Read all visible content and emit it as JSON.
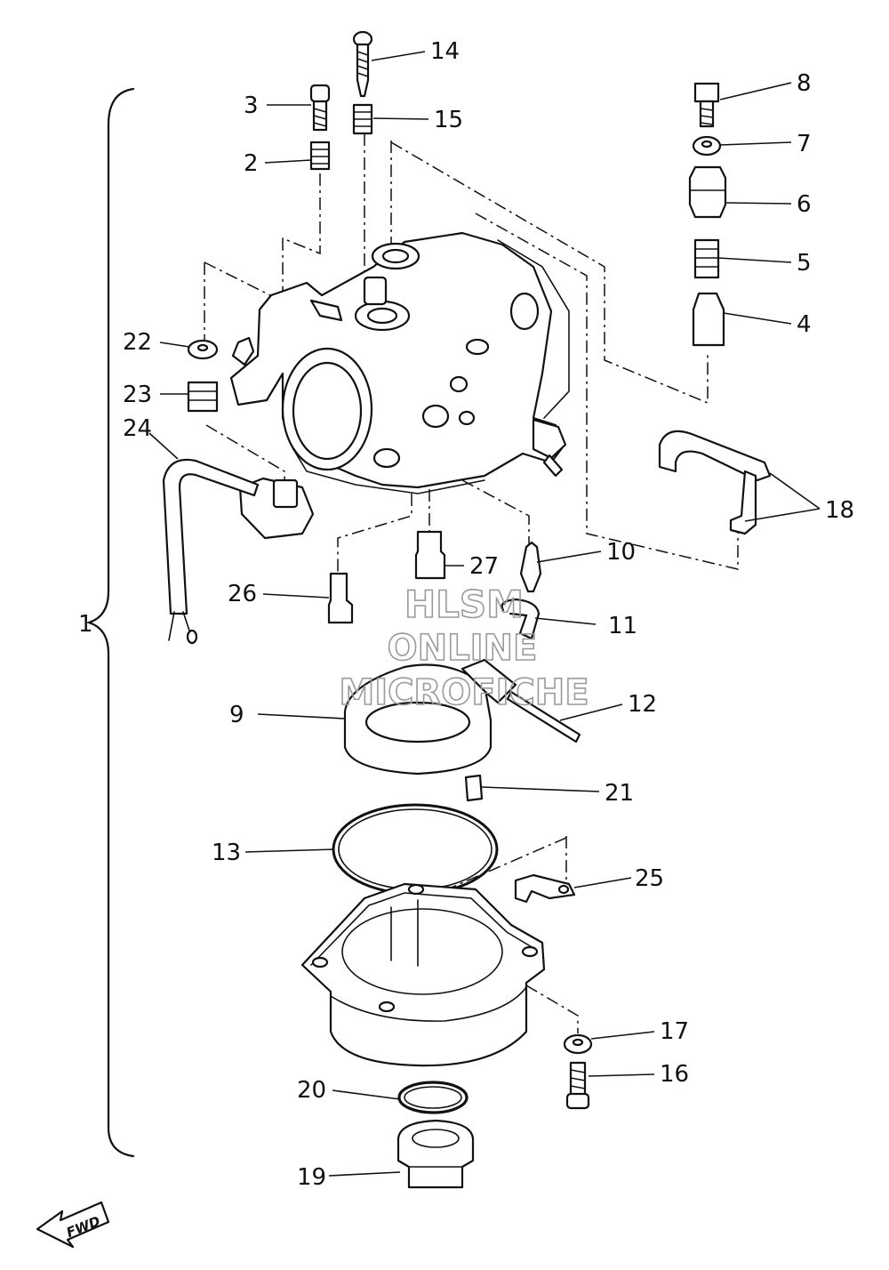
{
  "diagram": {
    "assembly_label": "1",
    "callouts": [
      "2",
      "3",
      "4",
      "5",
      "6",
      "7",
      "8",
      "9",
      "10",
      "11",
      "12",
      "13",
      "14",
      "15",
      "16",
      "17",
      "18",
      "19",
      "20",
      "21",
      "22",
      "23",
      "24",
      "25",
      "26",
      "27"
    ],
    "direction_label": "FWD",
    "watermark": [
      "HLSM",
      "ONLINE",
      "MICROFICHE"
    ],
    "line_color": "#111111",
    "watermark_color": "#9a9a9a"
  }
}
